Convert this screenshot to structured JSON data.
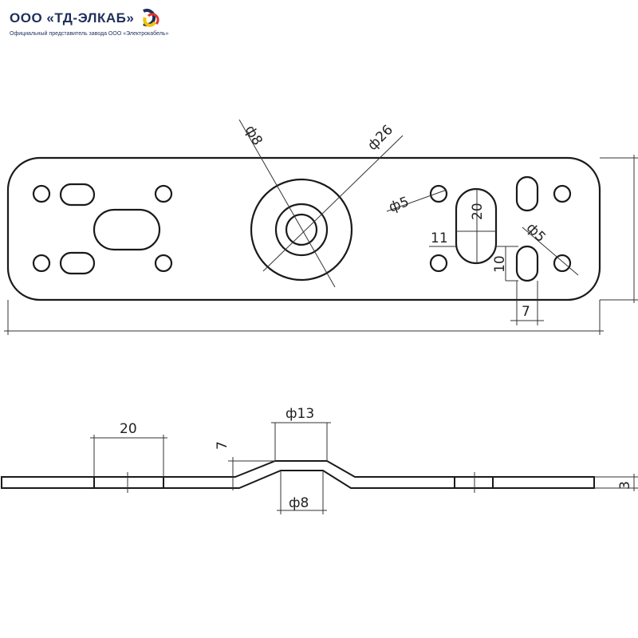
{
  "header": {
    "company": "ООО «ТД-ЭЛКАБ»",
    "tagline": "Официальный представитель завода ООО «Электрокабель»"
  },
  "colors": {
    "brand": "#1f2f5c",
    "logo_yellow": "#f2c300",
    "logo_red": "#e0342b",
    "line": "#1a1a1a"
  },
  "top_view": {
    "d_center_inner": "ф8",
    "d_center_outer": "ф26",
    "d_hole_1": "ф5",
    "slot_length": "20",
    "slot_width": "11",
    "d_hole_2": "ф5",
    "small_slot_length": "10",
    "small_slot_width": "7"
  },
  "side_view": {
    "d_bump_top": "ф13",
    "slot_length": "20",
    "bump_height": "7",
    "d_bump_bottom": "ф8",
    "thickness": "3"
  }
}
